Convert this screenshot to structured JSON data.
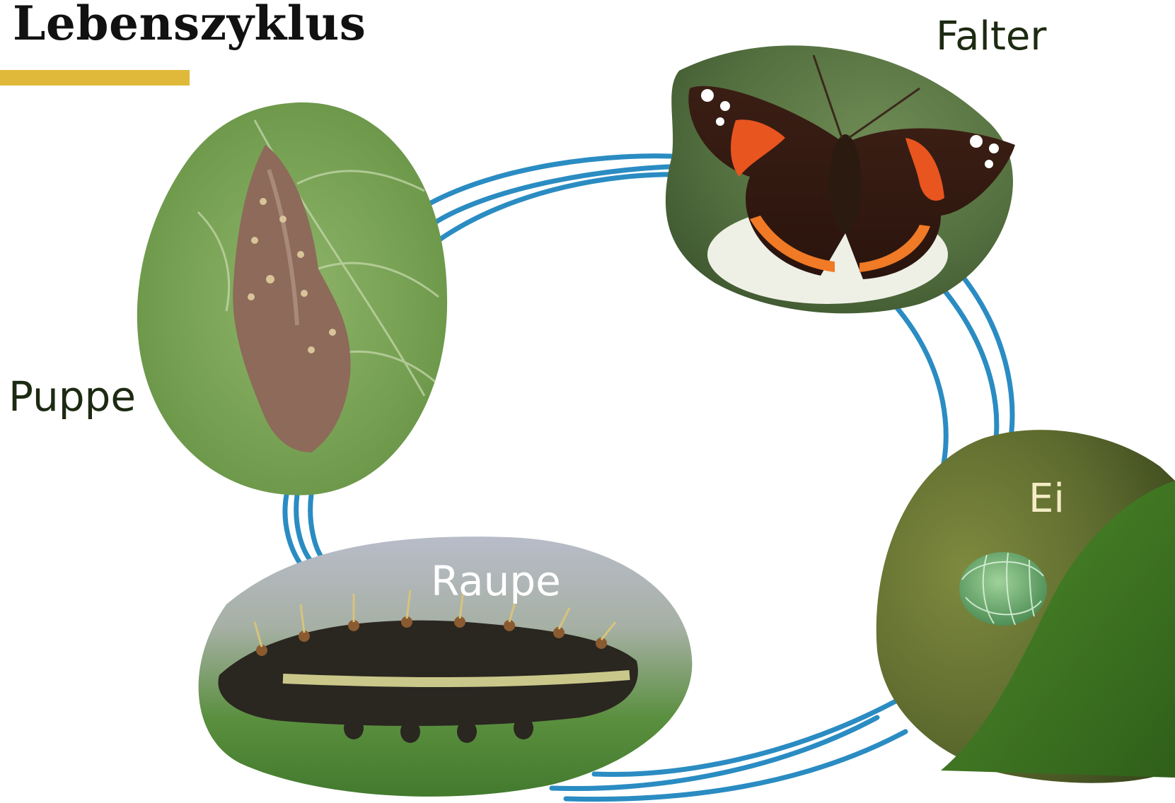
{
  "title": "Lebenszyklus",
  "stages": {
    "falter": "Falter",
    "ei": "Ei",
    "raupe": "Raupe",
    "puppe": "Puppe"
  },
  "colors": {
    "title_underline": "#e1b93a",
    "cycle_line": "#2a8cc2",
    "label_dark": "#1d2a12",
    "label_light": "#ffffff"
  }
}
